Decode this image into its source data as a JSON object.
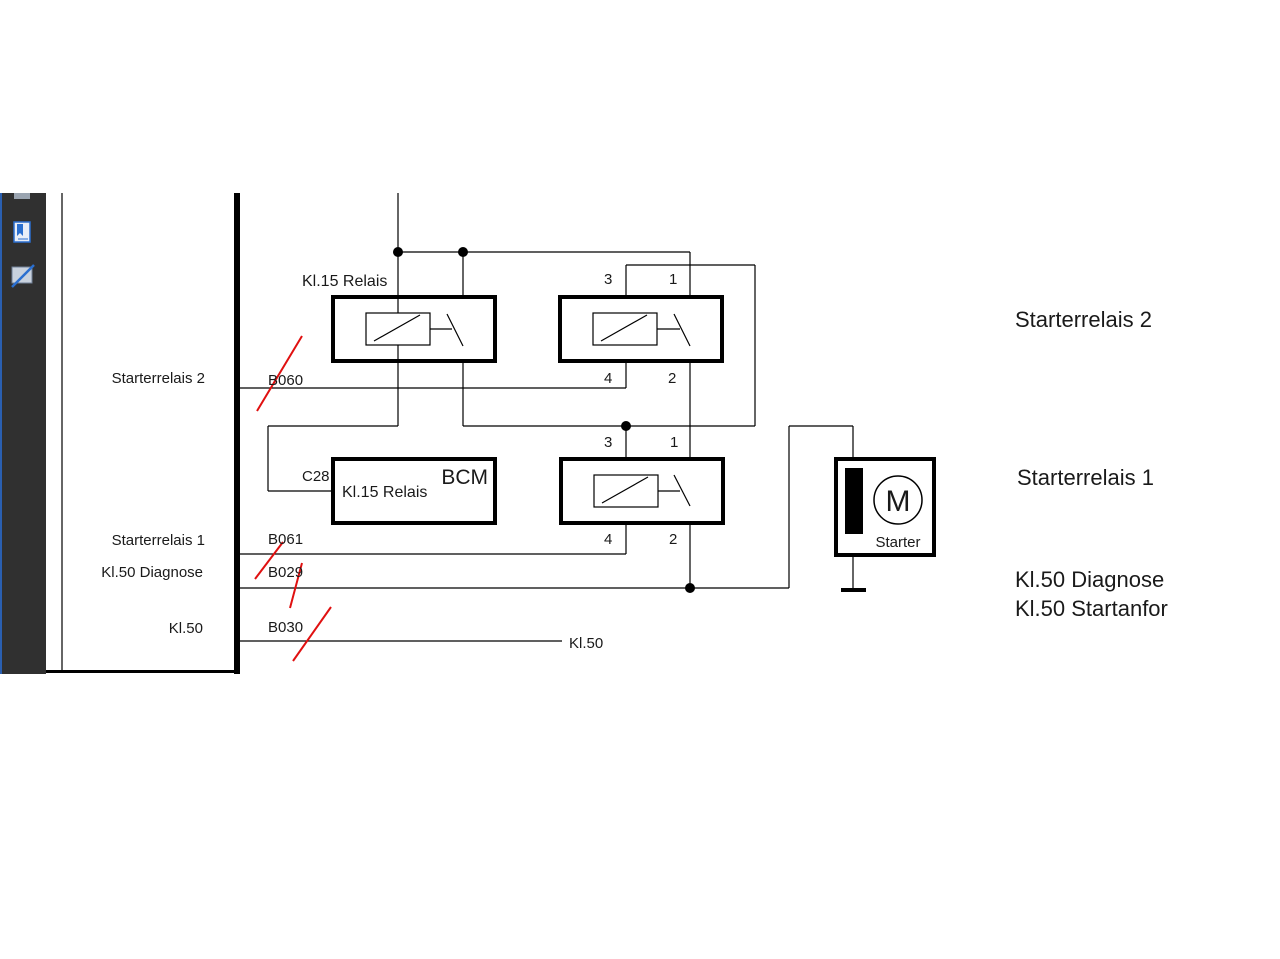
{
  "ecu": {
    "labels": {
      "starterrelais2": "Starterrelais 2",
      "starterrelais1": "Starterrelais 1",
      "kl50_diagnose": "Kl.50 Diagnose",
      "kl50": "Kl.50"
    },
    "pins": {
      "b060": "B060",
      "b061": "B061",
      "b029": "B029",
      "b030": "B030"
    }
  },
  "relays": {
    "kl15": {
      "label": "Kl.15 Relais"
    },
    "sr2": {
      "pin3": "3",
      "pin1": "1",
      "pin4": "4",
      "pin2": "2"
    },
    "sr1": {
      "pin3": "3",
      "pin1": "1",
      "pin4": "4",
      "pin2": "2"
    }
  },
  "bcm": {
    "title": "BCM",
    "label": "Kl.15 Relais",
    "pin": "C28"
  },
  "starter": {
    "symbol": "M",
    "label": "Starter"
  },
  "wire_label_kl50": "Kl.50",
  "right_labels": {
    "sr2": "Starterrelais 2",
    "sr1": "Starterrelais 1",
    "kl50_diagnose": "Kl.50 Diagnose",
    "kl50_start": "Kl.50 Startanfor"
  },
  "colors": {
    "sidebar": "#303030",
    "annotation": "#e01010",
    "icon_blue": "#2a6fd0"
  }
}
